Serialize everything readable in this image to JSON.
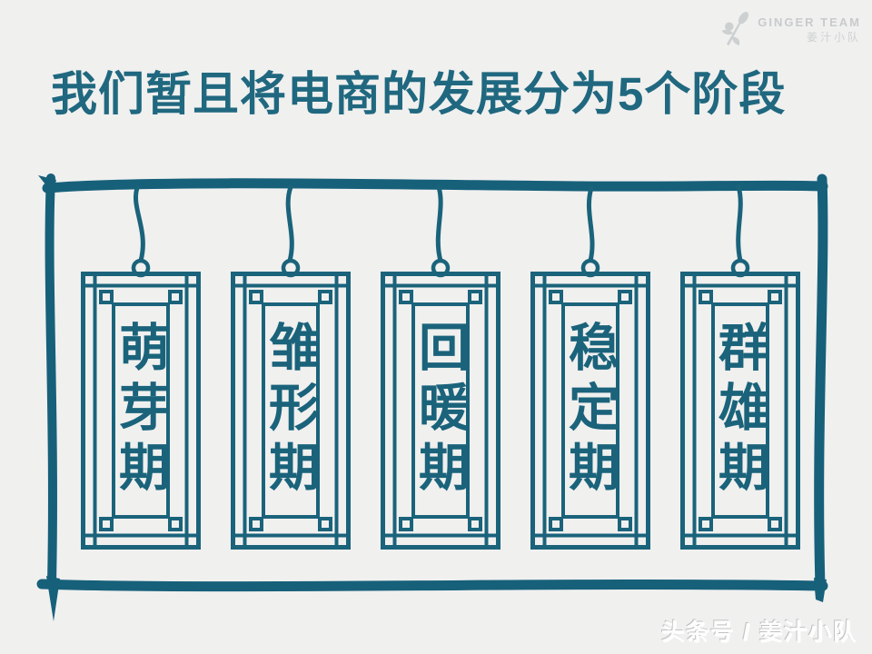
{
  "title": "我们暂且将电商的发展分为5个阶段",
  "brand": {
    "logo_icon": "ginger-figure-icon",
    "logo_text": "GINGER TEAM",
    "logo_subtext": "姜汁小队"
  },
  "stages": [
    {
      "label": "萌芽期"
    },
    {
      "label": "雏形期"
    },
    {
      "label": "回暖期"
    },
    {
      "label": "稳定期"
    },
    {
      "label": "群雄期"
    }
  ],
  "footer": "头条号 / 姜汁小队",
  "colors": {
    "accent_teal": "#1a637b",
    "title_teal": "#20687f",
    "frame_teal": "#17607a",
    "background": "#f0f0ef",
    "logo_gray": "#c7cbcc",
    "footer_white": "#fdfdfd"
  }
}
